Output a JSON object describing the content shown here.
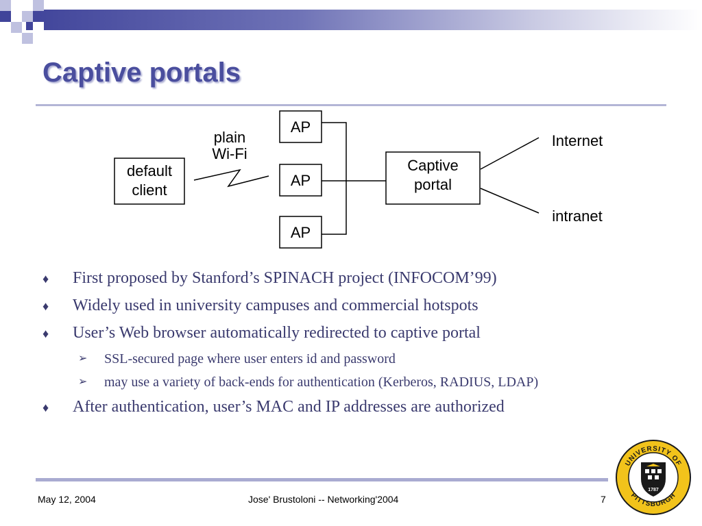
{
  "slide": {
    "title": "Captive portals",
    "colors": {
      "accent": "#4a4e9e",
      "accent_light": "#a9abd1",
      "text": "#3a3a6e"
    }
  },
  "diagram": {
    "client": [
      "default",
      "client"
    ],
    "link_label": [
      "plain",
      "Wi-Fi"
    ],
    "aps": [
      "AP",
      "AP",
      "AP"
    ],
    "portal": [
      "Captive",
      "portal"
    ],
    "internet": "Internet",
    "intranet": "intranet"
  },
  "bullets": [
    {
      "level": 1,
      "text": "First proposed by Stanford’s SPINACH project (INFOCOM’99)"
    },
    {
      "level": 1,
      "text": "Widely used in university campuses and commercial hotspots"
    },
    {
      "level": 1,
      "text": "User’s Web browser automatically redirected to captive portal"
    },
    {
      "level": 2,
      "text": "SSL-secured page where user enters id and password"
    },
    {
      "level": 2,
      "text": "may use a variety of back-ends for authentication (Kerberos, RADIUS, LDAP)"
    },
    {
      "level": 1,
      "text": "After authentication, user’s MAC and IP addresses are authorized"
    }
  ],
  "bullet_marks": {
    "level1": "♦",
    "level2": "➢"
  },
  "footer": {
    "date": "May 12, 2004",
    "center": "Jose' Brustoloni -- Networking'2004",
    "page": "7"
  },
  "seal": {
    "top_text": "UNIVERSITY OF",
    "bottom_text": "PITTSBURGH",
    "year": "1787"
  },
  "icons": {
    "corner": "corner-squares-icon",
    "seal": "university-seal-icon"
  }
}
